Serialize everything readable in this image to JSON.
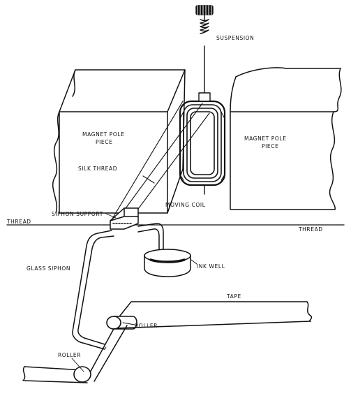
{
  "labels": {
    "suspension": "SUSPENSION",
    "magnet_pole_left_1": "MAGNET POLE",
    "magnet_pole_left_2": "PIECE",
    "magnet_pole_right_1": "MAGNET POLE",
    "magnet_pole_right_2": "PIECE",
    "silk_thread": "SILK THREAD",
    "moving_coil": "MOVING COIL",
    "siphon_support": "SIPHON SUPPORT",
    "thread_left": "THREAD",
    "thread_right": "THREAD",
    "glass_siphon": "GLASS SIPHON",
    "ink_well": "INK WELL",
    "tape": "TAPE",
    "roller_upper": "ROLLER",
    "roller_lower": "ROLLER"
  },
  "colors": {
    "ink": "#111111",
    "paper": "#ffffff"
  }
}
